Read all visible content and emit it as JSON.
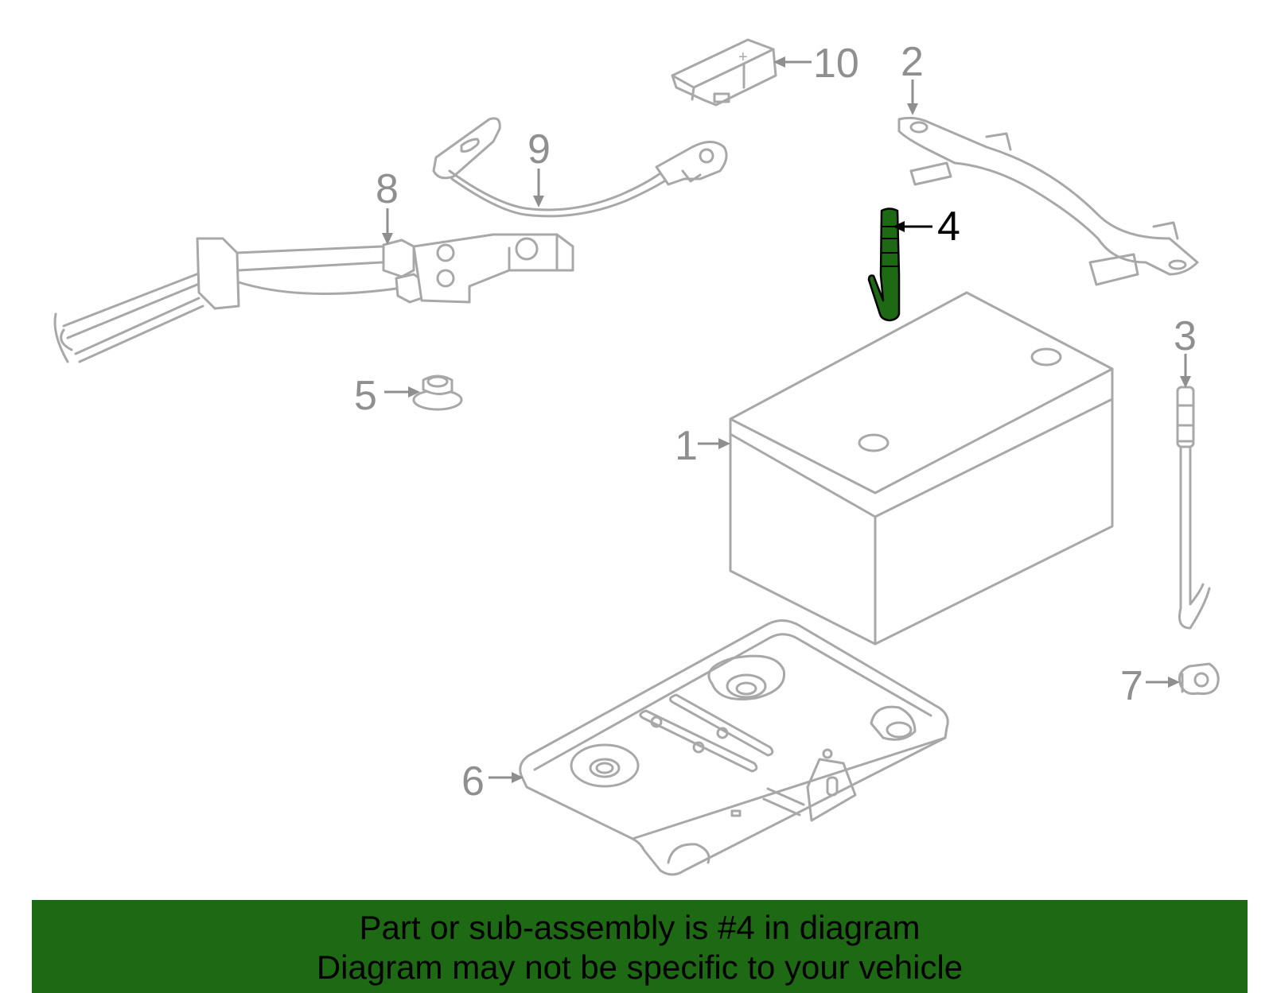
{
  "diagram": {
    "highlighted_part": "4",
    "highlight_color": "#1e6a14",
    "line_color": "#a8a8a8",
    "callouts": [
      "1",
      "2",
      "3",
      "4",
      "5",
      "6",
      "7",
      "8",
      "9",
      "10"
    ],
    "terminal_cover_mark": "+"
  },
  "banner": {
    "line1": "Part or sub-assembly is #4 in diagram",
    "line2": "Diagram may not be specific to your vehicle",
    "background": "#1e6a14"
  }
}
